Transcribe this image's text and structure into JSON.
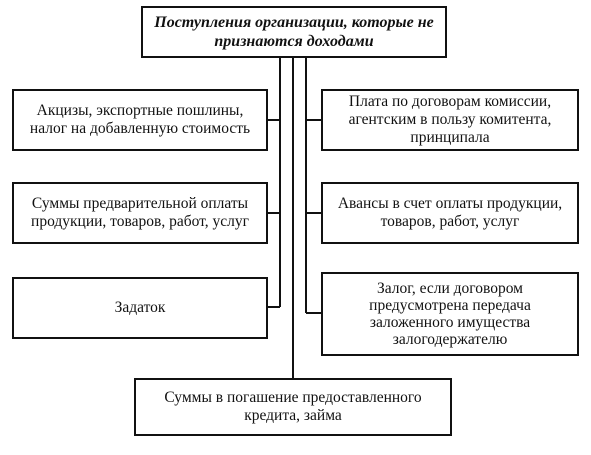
{
  "diagram": {
    "title": "Поступления организации, которые не признаются доходами",
    "left_items": [
      "Акцизы, экспортные пошлины, налог на добавленную стоимость",
      "Суммы предварительной оплаты продукции, товаров, работ, услуг",
      "Задаток"
    ],
    "right_items": [
      "Плата по договорам комиссии, агентским в пользу комитента, принципала",
      "Авансы в счет оплаты продукции, товаров, работ, услуг",
      "Залог, если договором предусмотрена передача заложенного имущества залогодержателю"
    ],
    "bottom_item": "Суммы в погашение предоставленного кредита, займа"
  }
}
